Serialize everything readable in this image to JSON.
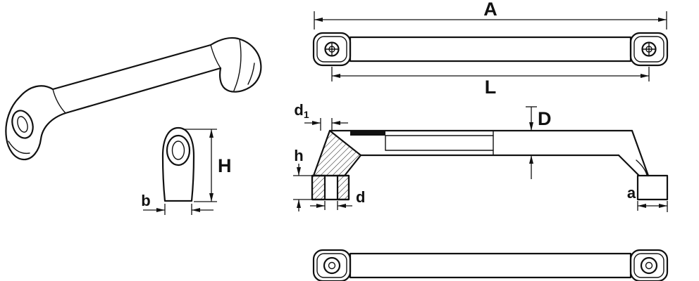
{
  "drawing": {
    "kind": "technical-dimension-drawing",
    "views": [
      "isometric-view",
      "top-view",
      "side-section-view",
      "bottom-view",
      "end-foot-view"
    ],
    "dimensions": {
      "A": "A",
      "L": "L",
      "D": "D",
      "d1_main": "d",
      "d1_sub": "1",
      "d": "d",
      "h": "h",
      "a": "a",
      "H": "H",
      "b": "b"
    },
    "colors": {
      "line": "#111111",
      "background": "#ffffff"
    }
  }
}
